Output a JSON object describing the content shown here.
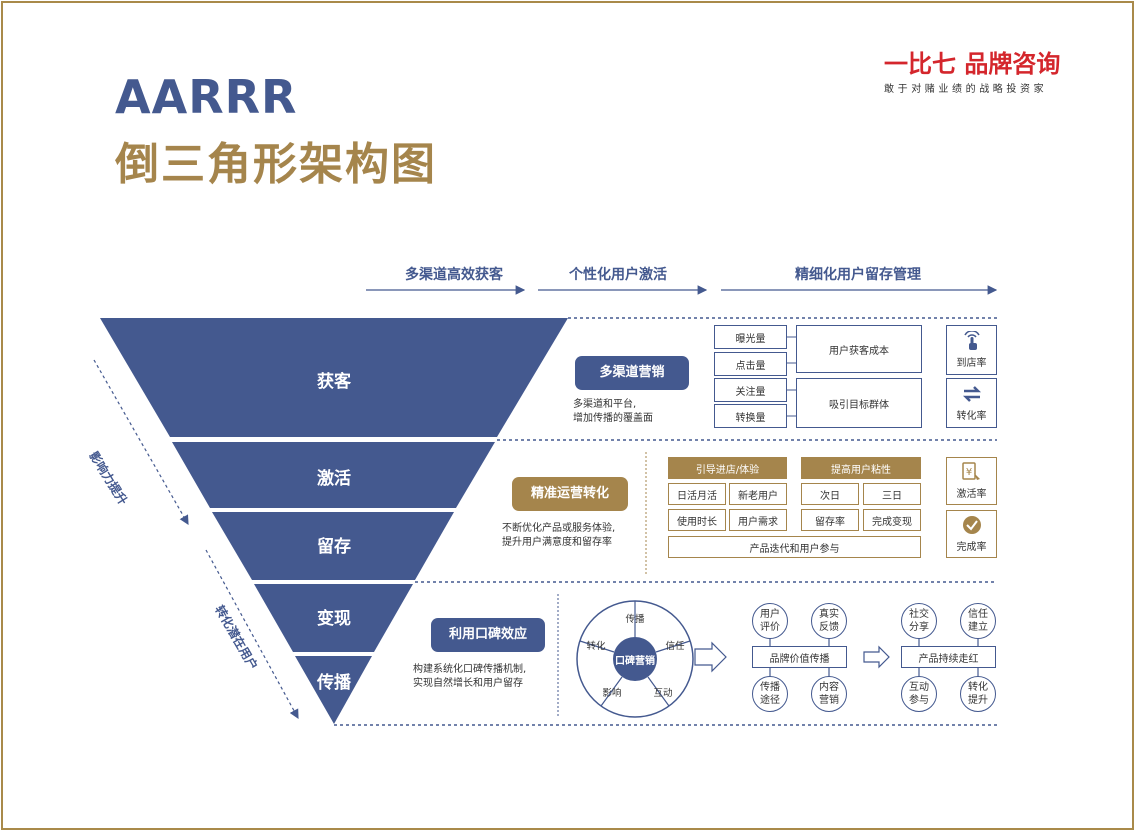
{
  "title": {
    "line1": "AARRR",
    "line2": "倒三角形架构图"
  },
  "brand": {
    "name": "一比七 品牌咨询",
    "slogan": "敢于对赌业绩的战略投资家",
    "color": "#d4262c"
  },
  "colors": {
    "blue": "#44598f",
    "gold": "#a5854c"
  },
  "phases": [
    "多渠道高效获客",
    "个性化用户激活",
    "精细化用户留存管理"
  ],
  "funnel": [
    "获客",
    "激活",
    "留存",
    "变现",
    "传播"
  ],
  "side_labels": [
    "影响力提升",
    "转化潜在用户"
  ],
  "row1": {
    "pill": "多渠道营销",
    "desc": [
      "多渠道和平台,",
      "增加传播的覆盖面"
    ],
    "metrics": [
      "曝光量",
      "点击量",
      "关注量",
      "转换量"
    ],
    "goals": [
      "用户获客成本",
      "吸引目标群体"
    ],
    "icons": [
      {
        "label": "到店率",
        "icon": "touch-icon"
      },
      {
        "label": "转化率",
        "icon": "exchange-icon"
      }
    ]
  },
  "row2": {
    "pill": "精准运营转化",
    "desc": [
      "不断优化产品或服务体验,",
      "提升用户满意度和留存率"
    ],
    "group1": {
      "head": "引导进店/体验",
      "cells": [
        "日活月活",
        "新老用户",
        "使用时长",
        "用户需求"
      ]
    },
    "group2": {
      "head": "提高用户粘性",
      "cells": [
        "次日",
        "三日",
        "留存率",
        "完成变现"
      ]
    },
    "footer": "产品迭代和用户参与",
    "icons": [
      {
        "label": "激活率",
        "icon": "yen-icon"
      },
      {
        "label": "完成率",
        "icon": "check-icon"
      }
    ]
  },
  "row3": {
    "pill": "利用口碑效应",
    "desc": [
      "构建系统化口碑传播机制,",
      "实现自然增长和用户留存"
    ],
    "wheel": {
      "center": "口碑营销",
      "segments": [
        "传播",
        "信任",
        "互动",
        "影响",
        "转化"
      ]
    },
    "mid": {
      "top": [
        "用户\n评价",
        "真实\n反馈"
      ],
      "bar": "品牌价值传播",
      "bottom": [
        "传播\n途径",
        "内容\n营销"
      ]
    },
    "right": {
      "top": [
        "社交\n分享",
        "信任\n建立"
      ],
      "bar": "产品持续走红",
      "bottom": [
        "互动\n参与",
        "转化\n提升"
      ]
    }
  }
}
